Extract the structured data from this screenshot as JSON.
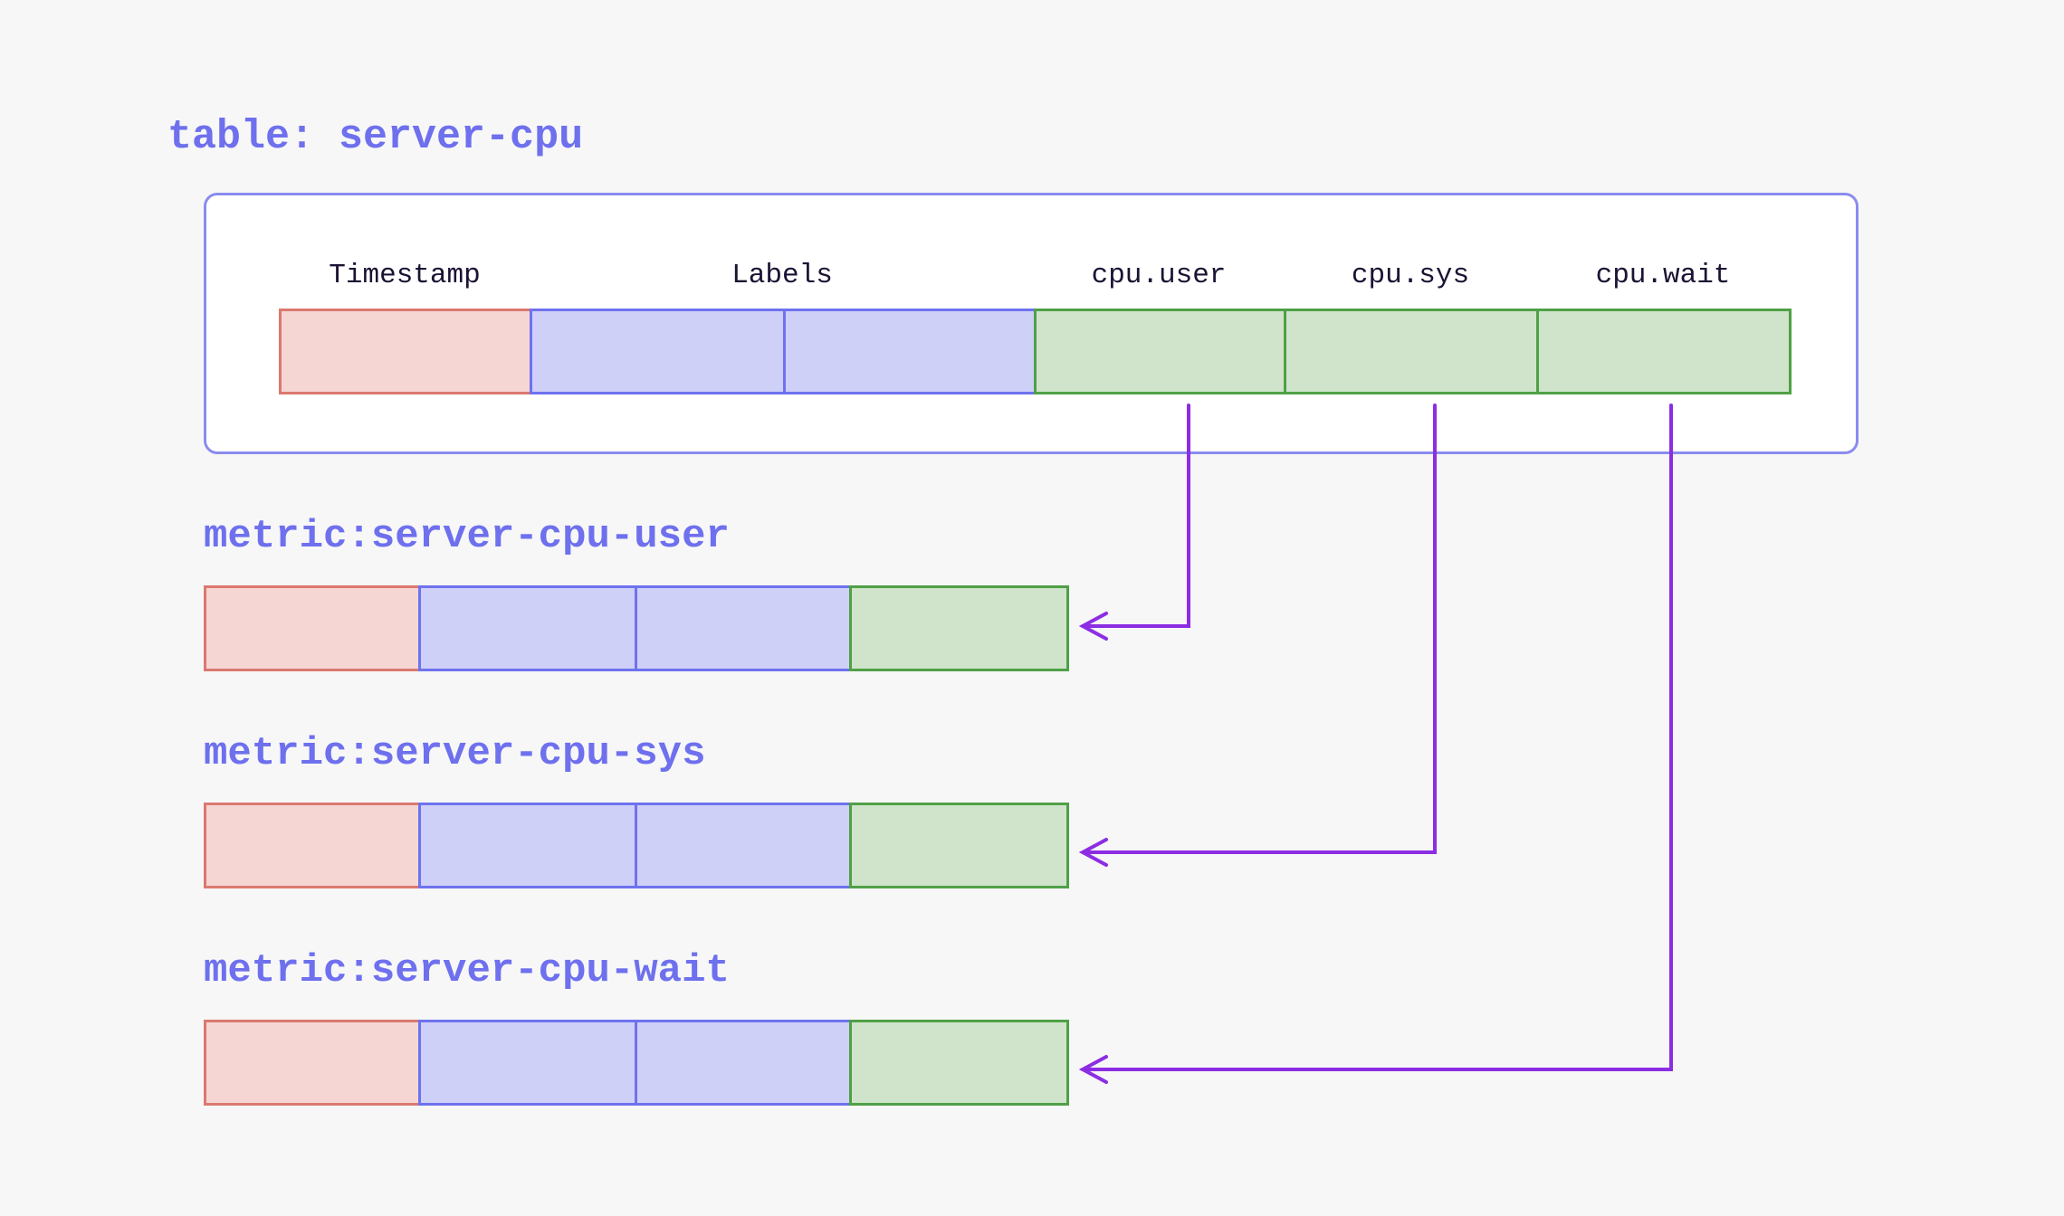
{
  "title": "table: server-cpu",
  "table": {
    "headers": [
      "Timestamp",
      "Labels",
      "cpu.user",
      "cpu.sys",
      "cpu.wait"
    ],
    "row_cells": [
      "timestamp",
      "labels",
      "labels",
      "field",
      "field",
      "field"
    ]
  },
  "metrics": [
    {
      "label": "metric:server-cpu-user",
      "source_column": "cpu.user",
      "cells": [
        "timestamp",
        "labels",
        "labels",
        "field"
      ]
    },
    {
      "label": "metric:server-cpu-sys",
      "source_column": "cpu.sys",
      "cells": [
        "timestamp",
        "labels",
        "labels",
        "field"
      ]
    },
    {
      "label": "metric:server-cpu-wait",
      "source_column": "cpu.wait",
      "cells": [
        "timestamp",
        "labels",
        "labels",
        "field"
      ]
    }
  ],
  "arrows": [
    {
      "from": "cpu.user",
      "to": "metric:server-cpu-user"
    },
    {
      "from": "cpu.sys",
      "to": "metric:server-cpu-sys"
    },
    {
      "from": "cpu.wait",
      "to": "metric:server-cpu-wait"
    }
  ],
  "colors": {
    "background": "#f7f7f7",
    "container_border": "#8a8cee",
    "accent_text": "#6e70ee",
    "header_text": "#1c1233",
    "arrow": "#8c2de4",
    "timestamp_fill": "#f5d6d3",
    "timestamp_border": "#db7970",
    "labels_fill": "#cfd0f8",
    "labels_border": "#6e72ee",
    "field_fill": "#cfe4cb",
    "field_border": "#4fa047"
  }
}
